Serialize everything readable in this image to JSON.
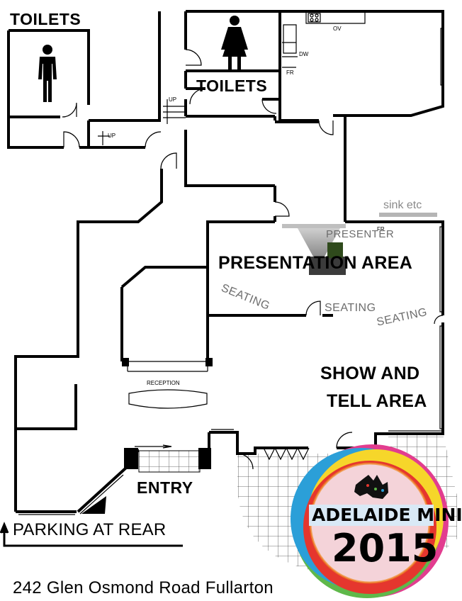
{
  "labels": {
    "toilets_left": "TOILETS",
    "toilets_right": "TOILETS",
    "up_1": "UP",
    "up_2": "UP",
    "ov": "OV",
    "dw": "DW",
    "fr_kitchen": "FR",
    "fr_presenter": "FR",
    "sink": "sink etc",
    "presenter": "PRESENTER",
    "presentation_area": "PRESENTATION AREA",
    "seating_1": "SEATING",
    "seating_2": "SEATING",
    "seating_3": "SEATING",
    "reception": "RECEPTION",
    "show_tell_1": "SHOW AND",
    "show_tell_2": "TELL AREA",
    "entry": "ENTRY",
    "parking": "PARKING AT REAR",
    "address": "242 Glen Osmond Road Fullarton"
  },
  "logo": {
    "line1": "ADELAIDE MINI",
    "line2": "2015",
    "ring_colors": [
      "#e5362e",
      "#f08a24",
      "#f6d62a",
      "#5fb84a",
      "#2b9fd8",
      "#7b4fa0",
      "#e23d8f"
    ],
    "center_color": "#f4d3d9",
    "banner_color": "#d9e9f6",
    "map_color": "#111111"
  },
  "icons": {
    "men": "men-icon",
    "women": "women-icon",
    "presenter_screen": "projector-screen-icon"
  }
}
